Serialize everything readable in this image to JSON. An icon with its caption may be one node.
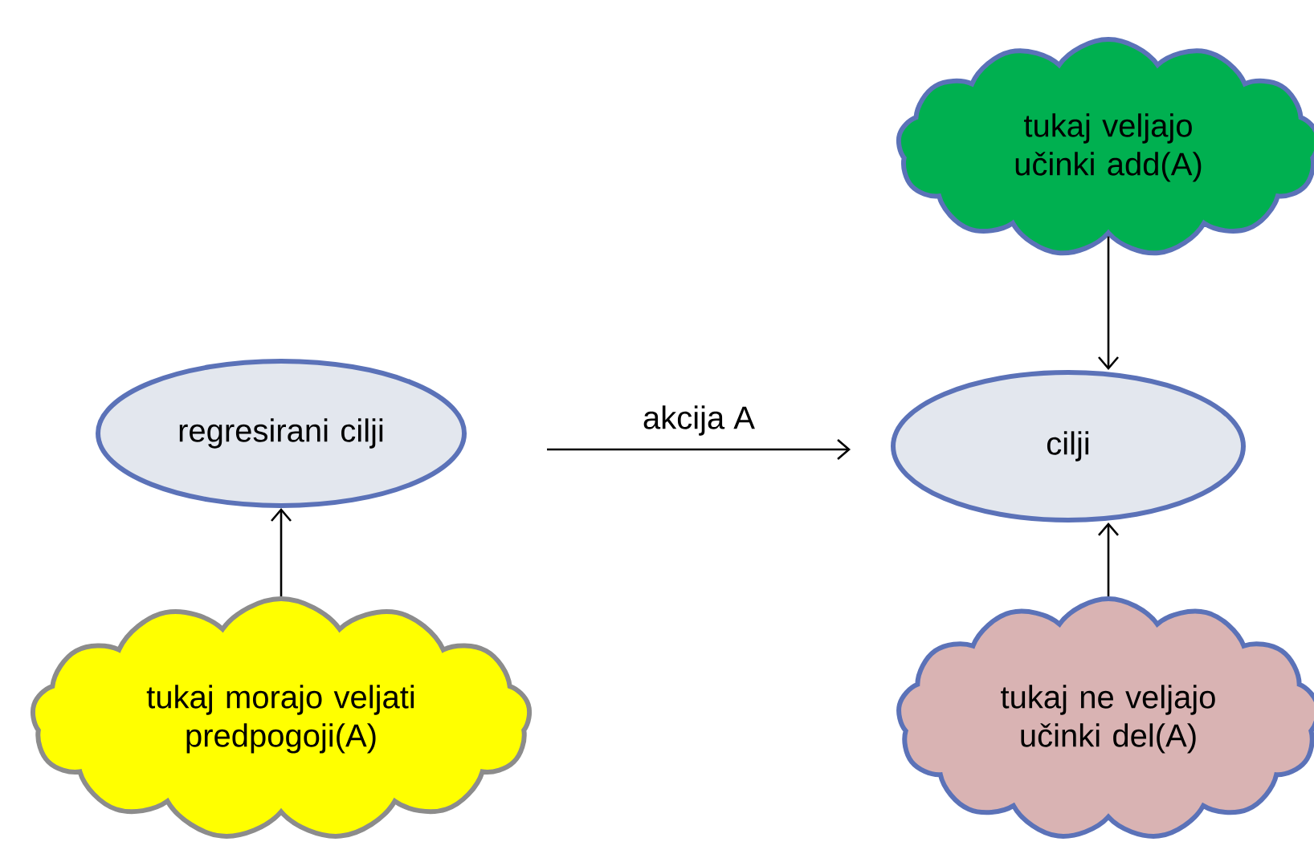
{
  "diagram": {
    "nodes": [
      {
        "text": [
          "regresirani cilji"
        ]
      },
      {
        "text": [
          "tukaj morajo veljati predpogoji(A)"
        ]
      },
      {
        "text": [
          "tukaj veljajo učinki add(A)"
        ]
      },
      {
        "text": [
          "cilji"
        ]
      },
      {
        "text": [
          "tukaj ne veljajo učinki del(A)"
        ]
      }
    ],
    "edges": [
      {
        "from": 0,
        "to": 3,
        "arrow": "to",
        "label": "akcija A"
      },
      {
        "from": 1,
        "to": 0,
        "arrow": "to"
      },
      {
        "from": 2,
        "to": 3,
        "arrow": "to"
      },
      {
        "from": 4,
        "to": 3,
        "arrow": "to"
      }
    ]
  }
}
